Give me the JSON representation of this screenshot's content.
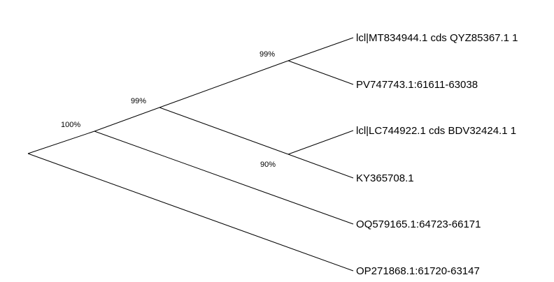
{
  "tree": {
    "leaves": [
      {
        "label": "lcl|MT834944.1 cds QYZ85367.1 1"
      },
      {
        "label": "PV747743.1:61611-63038"
      },
      {
        "label": "lcl|LC744922.1 cds BDV32424.1 1"
      },
      {
        "label": "KY365708.1"
      },
      {
        "label": "OQ579165.1:64723-66171"
      },
      {
        "label": "OP271868.1:61720-63147"
      }
    ],
    "support": [
      {
        "clade": "root",
        "value": "100%"
      },
      {
        "clade": "MT834944-PV747743-LC744922-KY365708",
        "value": "99%"
      },
      {
        "clade": "MT834944-PV747743",
        "value": "99%"
      },
      {
        "clade": "LC744922-KY365708",
        "value": "90%"
      }
    ],
    "line_color": "#000000"
  }
}
